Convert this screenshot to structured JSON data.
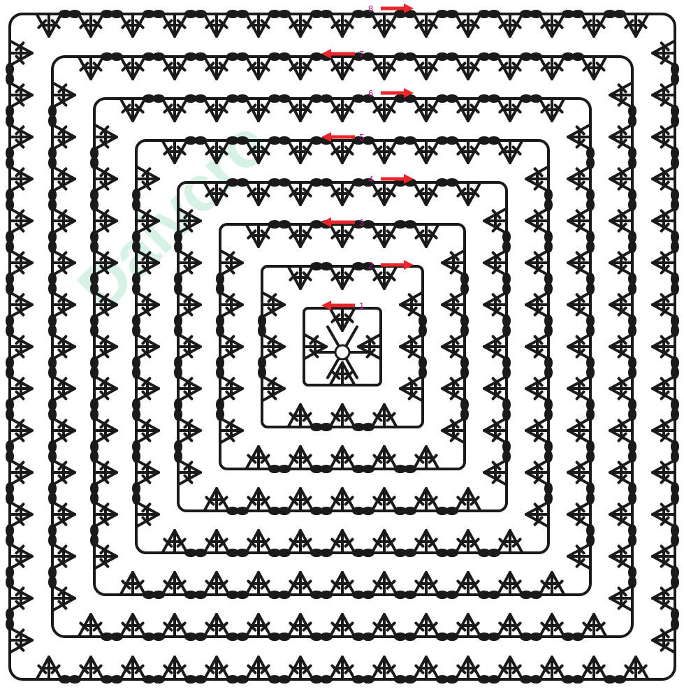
{
  "watermark": "Daivcro",
  "rounds": [
    {
      "label": "1",
      "arrow": "left"
    },
    {
      "label": "2",
      "arrow": "right"
    },
    {
      "label": "3",
      "arrow": "left"
    },
    {
      "label": "4",
      "arrow": "right"
    },
    {
      "label": "5",
      "arrow": "left"
    },
    {
      "label": "6",
      "arrow": "right"
    },
    {
      "label": "7",
      "arrow": "left"
    },
    {
      "label": "8",
      "arrow": "right"
    }
  ],
  "colors": {
    "stitch": "#1a1a1a",
    "arrow": "#e8262b",
    "label": "#b0208a",
    "watermark": "#c9eedd",
    "background": "#ffffff"
  },
  "icons": {
    "center_ring": "magic-ring-icon",
    "stitch_cluster": "dc-v-stitch-icon",
    "chain": "chain-stitch-icon",
    "direction": "direction-arrow-icon"
  }
}
